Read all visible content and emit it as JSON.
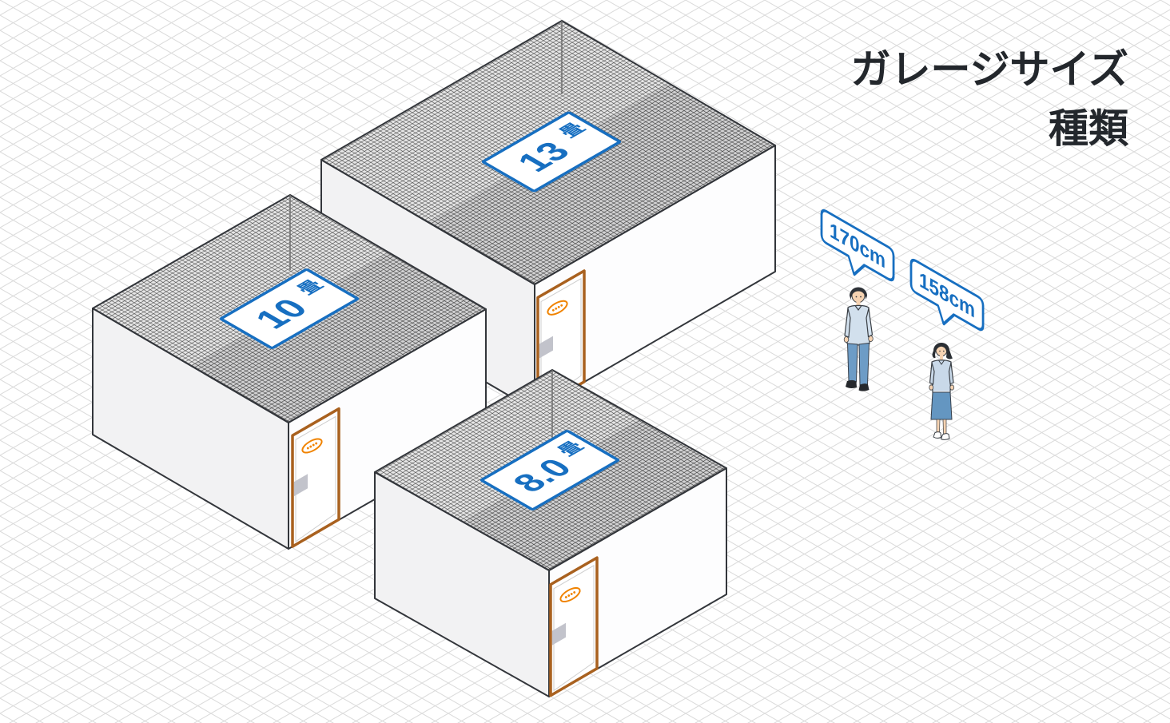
{
  "title": {
    "line1": "ガレージサイズ",
    "line2": "種類"
  },
  "garages": [
    {
      "id": "garage-13",
      "label": "13畳",
      "size_value": "13",
      "size_unit": "畳"
    },
    {
      "id": "garage-10",
      "label": "10畳",
      "size_value": "10",
      "size_unit": "畳"
    },
    {
      "id": "garage-8",
      "label": "8.0畳",
      "size_value": "8.0",
      "size_unit": "畳"
    }
  ],
  "people": [
    {
      "figure": "man",
      "height": "170cm"
    },
    {
      "figure": "woman",
      "height": "158cm"
    }
  ],
  "icons": {
    "door_emblem": "oval-brand-emblem"
  },
  "colors": {
    "accent_blue": "#176fc1",
    "door_frame_orange": "#a9611f",
    "emblem_orange": "#f08300",
    "title_text": "#23272c",
    "roof_hatch_light": "#e6e6e6",
    "roof_hatch_dark": "#d2d2d3",
    "grid_line": "#dbdbdb"
  }
}
